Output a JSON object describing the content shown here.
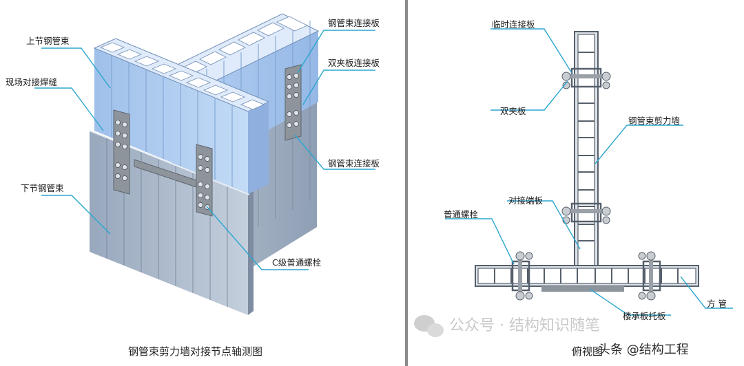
{
  "left": {
    "labels": {
      "upper_bundle": "上节钢管束",
      "site_weld": "现场对接焊缝",
      "lower_bundle": "下节钢管束",
      "conn_plate_top": "钢管束连接板",
      "double_clamp_plate": "双夹板连接板",
      "conn_plate_mid": "钢管束连接板",
      "c_bolt": "C级普通螺栓"
    },
    "caption": "钢管束剪力墙对接节点轴测图"
  },
  "right": {
    "labels": {
      "temp_plate": "临时连接板",
      "double_clamp": "双夹板",
      "shear_wall": "钢管束剪力墙",
      "butt_end_plate": "对接端板",
      "common_bolt": "普通螺栓",
      "square_tube": "方 管",
      "floor_bracket": "楼承板托板"
    },
    "caption": "俯视图"
  },
  "watermark": {
    "wechat": "公众号 · 结构知识随笔",
    "toutiao": "头条 @结构工程"
  },
  "colors": {
    "upper_steel": "#a9c9ef",
    "lower_steel": "#a3b3c6",
    "leader": "#2aa6cf",
    "plate": "#9aa0a8"
  }
}
